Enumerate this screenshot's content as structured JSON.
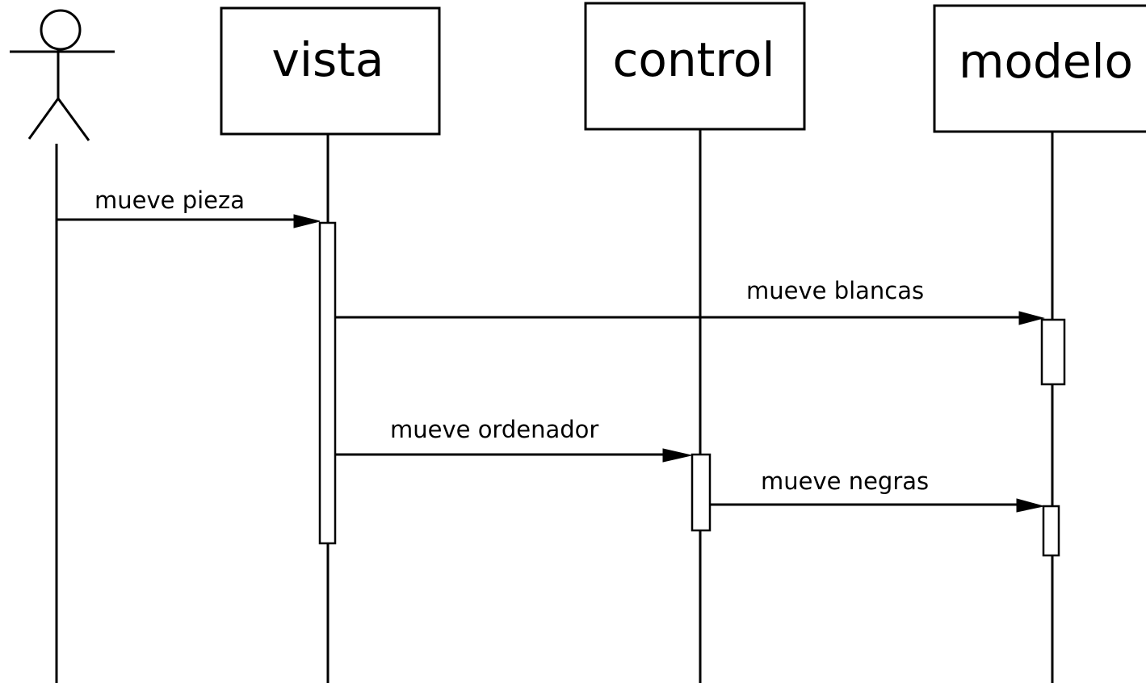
{
  "diagram": {
    "type": "uml-sequence",
    "participants": [
      {
        "id": "actor",
        "kind": "actor",
        "label": ""
      },
      {
        "id": "vista",
        "kind": "object",
        "label": "vista"
      },
      {
        "id": "control",
        "kind": "object",
        "label": "control"
      },
      {
        "id": "modelo",
        "kind": "object",
        "label": "modelo"
      }
    ],
    "messages": [
      {
        "from": "actor",
        "to": "vista",
        "label": "mueve pieza"
      },
      {
        "from": "vista",
        "to": "modelo",
        "label": "mueve blancas"
      },
      {
        "from": "vista",
        "to": "control",
        "label": "mueve ordenador"
      },
      {
        "from": "control",
        "to": "modelo",
        "label": "mueve negras"
      }
    ],
    "colors": {
      "line": "#000000",
      "background": "#ffffff"
    }
  }
}
